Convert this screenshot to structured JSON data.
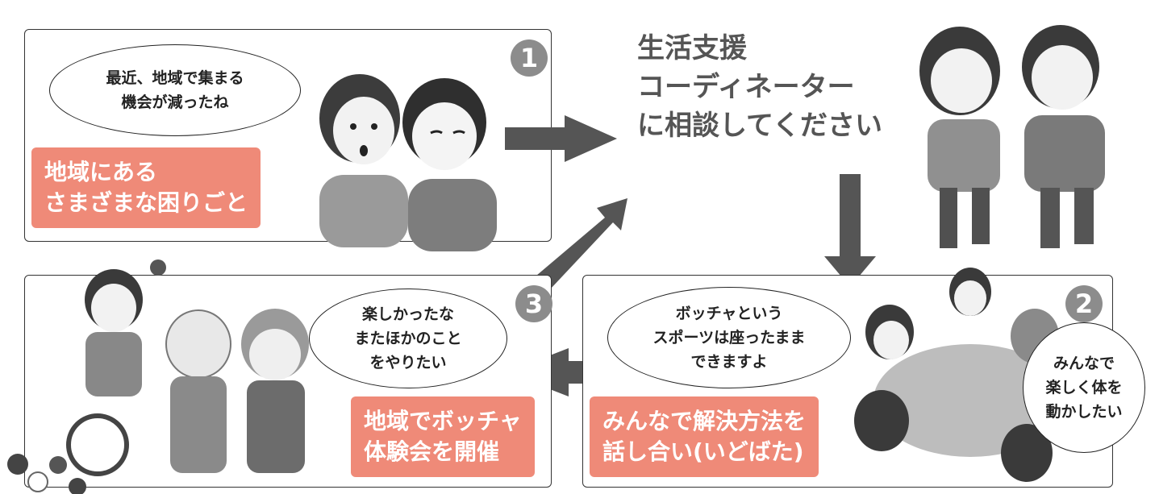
{
  "panel1": {
    "number": "1",
    "speech": "最近、地域で集まる\n機会が減ったね",
    "label": "地域にある\nさまざまな困りごと"
  },
  "headline": {
    "text": "生活支援\nコーディネーター\nに相談してください"
  },
  "panel2": {
    "number": "2",
    "speech": "ボッチャという\nスポーツは座ったまま\nできますよ",
    "speech2": "みんなで\n楽しく体を\n動かしたい",
    "label": "みんなで解決方法を\n話し合い(いどばた)"
  },
  "panel3": {
    "number": "3",
    "speech": "楽しかったな\nまたほかのこと\nをやりたい",
    "label": "地域でボッチャ\n体験会を開催"
  },
  "colors": {
    "label_bg": "#ef8a78",
    "arrow": "#555555",
    "badge": "#8c8c8c"
  }
}
